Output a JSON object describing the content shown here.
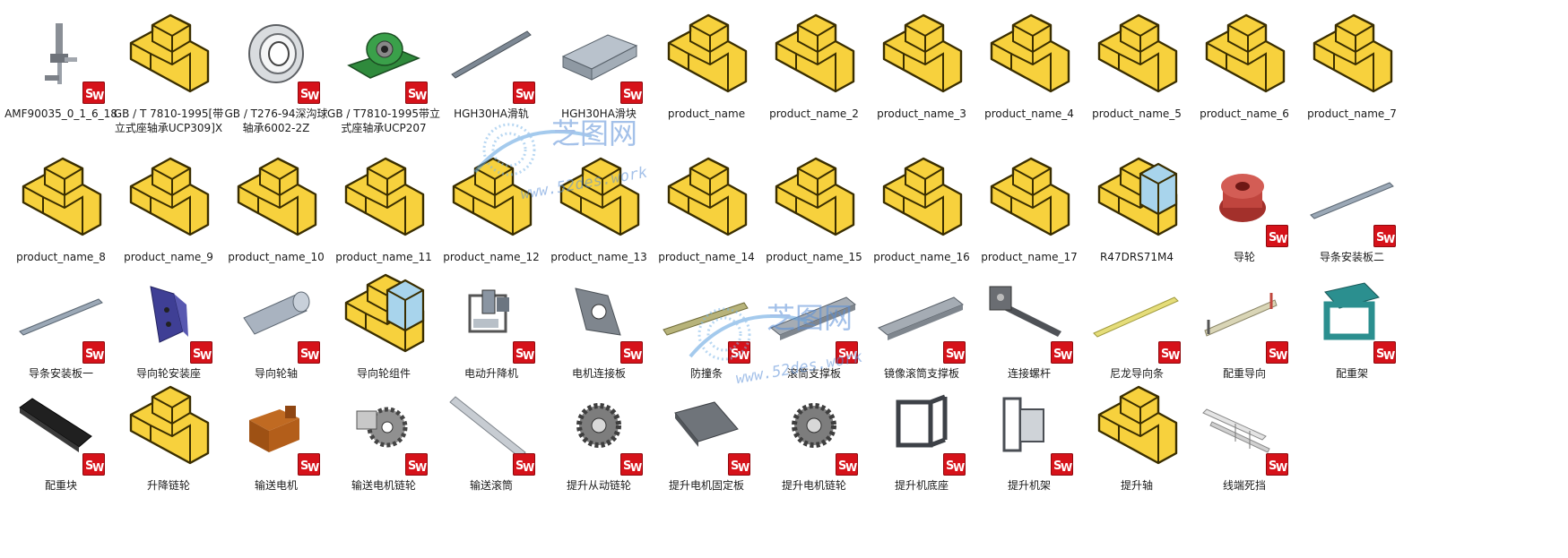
{
  "rows": [
    {
      "items": [
        {
          "label": "AMF90035_0_1_6_18",
          "icon": "toggle-clamp-icon",
          "sw": true
        },
        {
          "label": "GB / T 7810-1995[带立式座轴承UCP309]X",
          "icon": "assembly-folder-icon",
          "sw": false
        },
        {
          "label": "GB / T276-94深沟球轴承6002-2Z",
          "icon": "ball-bearing-icon",
          "sw": true
        },
        {
          "label": "GB / T7810-1995带立式座轴承UCP207",
          "icon": "pillow-block-bearing-icon",
          "sw": true
        },
        {
          "label": "HGH30HA滑轨",
          "icon": "linear-rail-icon",
          "sw": true
        },
        {
          "label": "HGH30HA滑块",
          "icon": "slider-block-icon",
          "sw": true
        },
        {
          "label": "product_name",
          "icon": "assembly-folder-icon",
          "sw": false
        },
        {
          "label": "product_name_2",
          "icon": "assembly-folder-icon",
          "sw": false
        },
        {
          "label": "product_name_3",
          "icon": "assembly-folder-icon",
          "sw": false
        },
        {
          "label": "product_name_4",
          "icon": "assembly-folder-icon",
          "sw": false
        },
        {
          "label": "product_name_5",
          "icon": "assembly-folder-icon",
          "sw": false
        },
        {
          "label": "product_name_6",
          "icon": "assembly-folder-icon",
          "sw": false
        },
        {
          "label": "product_name_7",
          "icon": "assembly-folder-icon",
          "sw": false
        }
      ]
    },
    {
      "items": [
        {
          "label": "product_name_8",
          "icon": "assembly-folder-icon",
          "sw": false
        },
        {
          "label": "product_name_9",
          "icon": "assembly-folder-icon",
          "sw": false
        },
        {
          "label": "product_name_10",
          "icon": "assembly-folder-icon",
          "sw": false
        },
        {
          "label": "product_name_11",
          "icon": "assembly-folder-icon",
          "sw": false
        },
        {
          "label": "product_name_12",
          "icon": "assembly-folder-icon",
          "sw": false
        },
        {
          "label": "product_name_13",
          "icon": "assembly-folder-icon",
          "sw": false
        },
        {
          "label": "product_name_14",
          "icon": "assembly-folder-icon",
          "sw": false
        },
        {
          "label": "product_name_15",
          "icon": "assembly-folder-icon",
          "sw": false
        },
        {
          "label": "product_name_16",
          "icon": "assembly-folder-icon",
          "sw": false
        },
        {
          "label": "product_name_17",
          "icon": "assembly-folder-icon",
          "sw": false
        },
        {
          "label": "R47DRS71M4",
          "icon": "assembly-part-blue-icon",
          "sw": false
        },
        {
          "label": "导轮",
          "icon": "guide-wheel-icon",
          "sw": true
        },
        {
          "label": "导条安装板二",
          "icon": "long-bar-icon",
          "sw": true
        }
      ]
    },
    {
      "items": [
        {
          "label": "导条安装板一",
          "icon": "long-bar-icon",
          "sw": true
        },
        {
          "label": "导向轮安装座",
          "icon": "wheel-mount-icon",
          "sw": true
        },
        {
          "label": "导向轮轴",
          "icon": "shaft-cylinder-icon",
          "sw": true
        },
        {
          "label": "导向轮组件",
          "icon": "assembly-part-blue-icon",
          "sw": false
        },
        {
          "label": "电动升降机",
          "icon": "electric-lifter-icon",
          "sw": true
        },
        {
          "label": "电机连接板",
          "icon": "motor-plate-icon",
          "sw": true
        },
        {
          "label": "防撞条",
          "icon": "bumper-strip-icon",
          "sw": true
        },
        {
          "label": "滚筒支撑板",
          "icon": "angle-beam-icon",
          "sw": true
        },
        {
          "label": "镜像滚筒支撑板",
          "icon": "angle-beam-icon",
          "sw": true
        },
        {
          "label": "连接螺杆",
          "icon": "connecting-rod-icon",
          "sw": true
        },
        {
          "label": "尼龙导向条",
          "icon": "nylon-strip-icon",
          "sw": true
        },
        {
          "label": "配重导向",
          "icon": "counterweight-guide-icon",
          "sw": true
        },
        {
          "label": "配重架",
          "icon": "counterweight-frame-icon",
          "sw": true
        }
      ]
    },
    {
      "items": [
        {
          "label": "配重块",
          "icon": "counterweight-block-icon",
          "sw": true
        },
        {
          "label": "升降链轮",
          "icon": "assembly-folder-icon",
          "sw": false
        },
        {
          "label": "输送电机",
          "icon": "gear-motor-icon",
          "sw": true
        },
        {
          "label": "输送电机链轮",
          "icon": "sprocket-icon",
          "sw": true
        },
        {
          "label": "输送滚筒",
          "icon": "roller-tube-icon",
          "sw": true
        },
        {
          "label": "提升从动链轮",
          "icon": "double-sprocket-icon",
          "sw": true
        },
        {
          "label": "提升电机固定板",
          "icon": "mount-plate-icon",
          "sw": true
        },
        {
          "label": "提升电机链轮",
          "icon": "double-sprocket-icon",
          "sw": true
        },
        {
          "label": "提升机底座",
          "icon": "lifter-base-frame-icon",
          "sw": true
        },
        {
          "label": "提升机架",
          "icon": "lifter-frame-icon",
          "sw": true
        },
        {
          "label": "提升轴",
          "icon": "assembly-folder-icon",
          "sw": false
        },
        {
          "label": "线端死挡",
          "icon": "end-stop-icon",
          "sw": true
        }
      ]
    }
  ],
  "watermark": {
    "brand": "芝图网",
    "url": "www.52des.work"
  },
  "colors": {
    "folder_yellow": "#f7d13d",
    "folder_stroke": "#3a2e00",
    "sw_badge": "#d6121a",
    "blue_part": "#a8d4ec"
  }
}
